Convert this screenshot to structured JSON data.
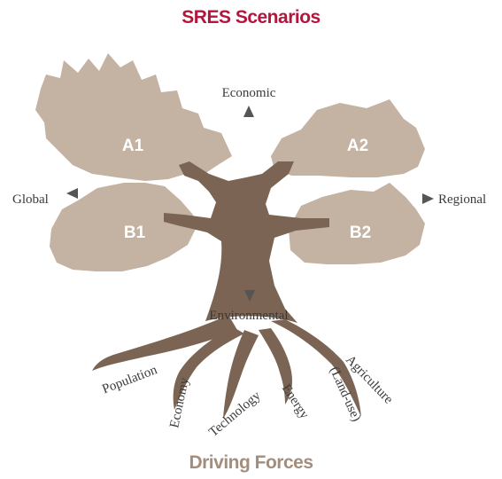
{
  "title": "SRES Scenarios",
  "footer": "Driving Forces",
  "axes": {
    "top": "Economic",
    "bottom": "Environmental",
    "left": "Global",
    "right": "Regional"
  },
  "scenarios": {
    "a1": "A1",
    "a2": "A2",
    "b1": "B1",
    "b2": "B2"
  },
  "roots": {
    "population": "Population",
    "economy": "Economy",
    "technology": "Technology",
    "energy": "Energy",
    "agriculture": "Agriculture",
    "land_use": "(Land-use)"
  },
  "colors": {
    "title": "#b5143c",
    "footer": "#a38e7e",
    "foliage": "#c4b2a3",
    "trunk": "#7b6453",
    "text": "#3a3a3a",
    "arrow": "#555555",
    "label": "#ffffff"
  }
}
